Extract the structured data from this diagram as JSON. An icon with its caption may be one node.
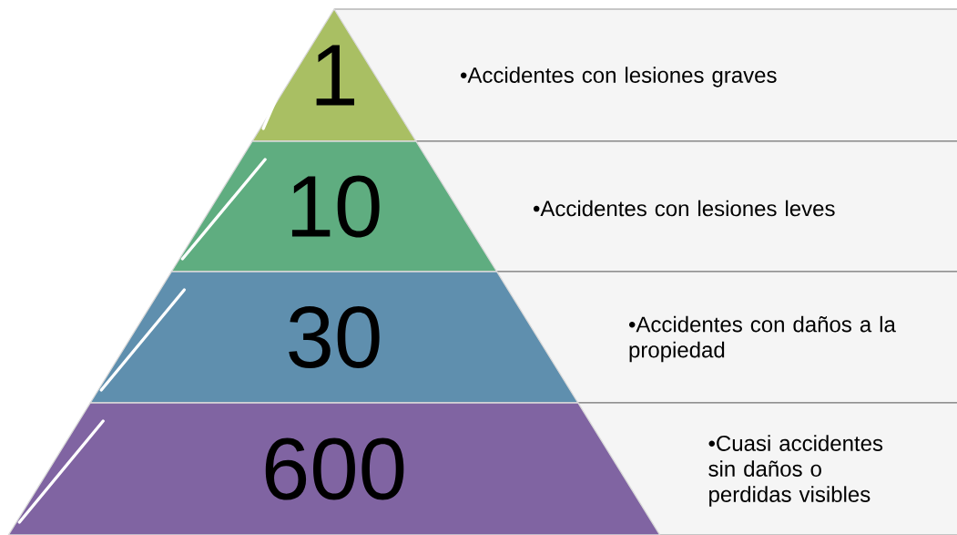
{
  "diagram": {
    "nodes": [
      {
        "text": [
          "1"
        ]
      },
      {
        "text": [
          "•Accidentes con lesiones graves"
        ]
      },
      {
        "text": [
          "10"
        ]
      },
      {
        "text": [
          "•Accidentes con lesiones leves"
        ]
      },
      {
        "text": [
          "30"
        ]
      },
      {
        "text": [
          "•Accidentes con daños a la propiedad"
        ]
      },
      {
        "text": [
          "600"
        ]
      },
      {
        "text": [
          "•Cuasi accidentes sin daños o perdidas visibles"
        ]
      }
    ]
  }
}
